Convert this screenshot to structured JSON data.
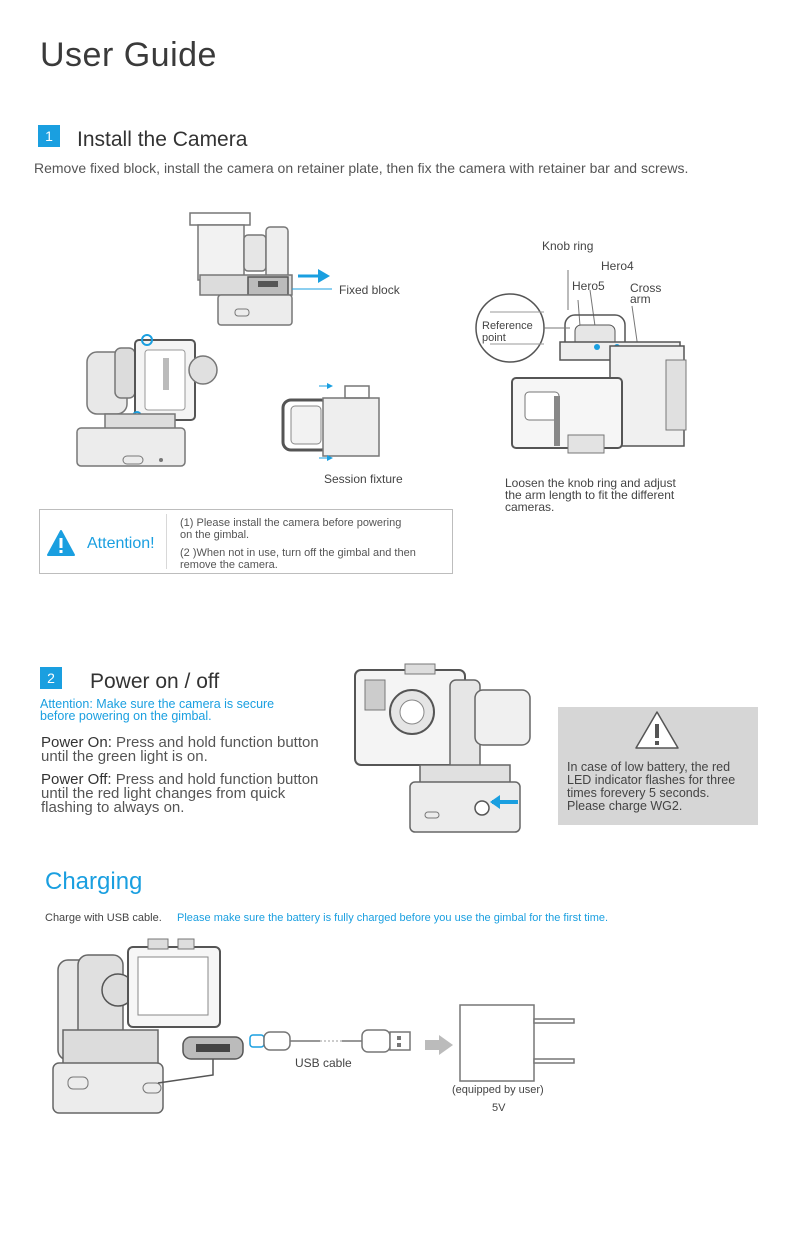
{
  "page_title": "User Guide",
  "section1": {
    "number": "1",
    "title": "Install the Camera",
    "description": "Remove fixed  block, install the camera on retainer plate, then fix the  camera with retainer bar and screws.",
    "fixed_block_label": "Fixed  block",
    "session_fixture_label": "Session fixture",
    "knob_ring_label": "Knob ring",
    "hero4_label": "Hero4",
    "hero5_label": "Hero5",
    "cross_arm_label_1": "Cross",
    "cross_arm_label_2": "arm",
    "reference_point_label_1": "Reference",
    "reference_point_label_2": "point",
    "loosen_line1": "Loosen the knob ring and adjust",
    "loosen_line2": "the arm length to fit the different",
    "loosen_line3": "cameras.",
    "attention_label": "Attention!",
    "attention_line1": "(1) Please install the camera before powering",
    "attention_line2": "on the gimbal.",
    "attention_line3": "(2 )When not in use, turn off the gimbal and then",
    "attention_line4": "remove the camera."
  },
  "section2": {
    "number": "2",
    "title": "Power on / off",
    "attention_line1": "Attention: Make sure the camera is secure",
    "attention_line2": "before powering on the gimbal.",
    "power_on_label": "Power On:",
    "power_on_text1": " Press and hold function button",
    "power_on_text2": "until the green light is on.",
    "power_off_label": "Power Off:",
    "power_off_text1": " Press and hold function button",
    "power_off_text2": "until the red light changes from quick",
    "power_off_text3": "flashing to always on.",
    "warn_line1": "In case of low battery, the red",
    "warn_line2": "LED indicator flashes for three",
    "warn_line3": "times forevery 5 seconds.",
    "warn_line4": "Please charge WG2."
  },
  "charging": {
    "title": "Charging",
    "instruction": "Charge with USB cable.",
    "note": "Please make sure the battery is fully charged before you use the gimbal for the first time.",
    "usb_cable_label": "USB cable",
    "adapter_label": "(equipped by user)",
    "voltage_label": "5V"
  },
  "colors": {
    "accent": "#1a9fe0",
    "warning_bg": "#d6d6d6"
  }
}
